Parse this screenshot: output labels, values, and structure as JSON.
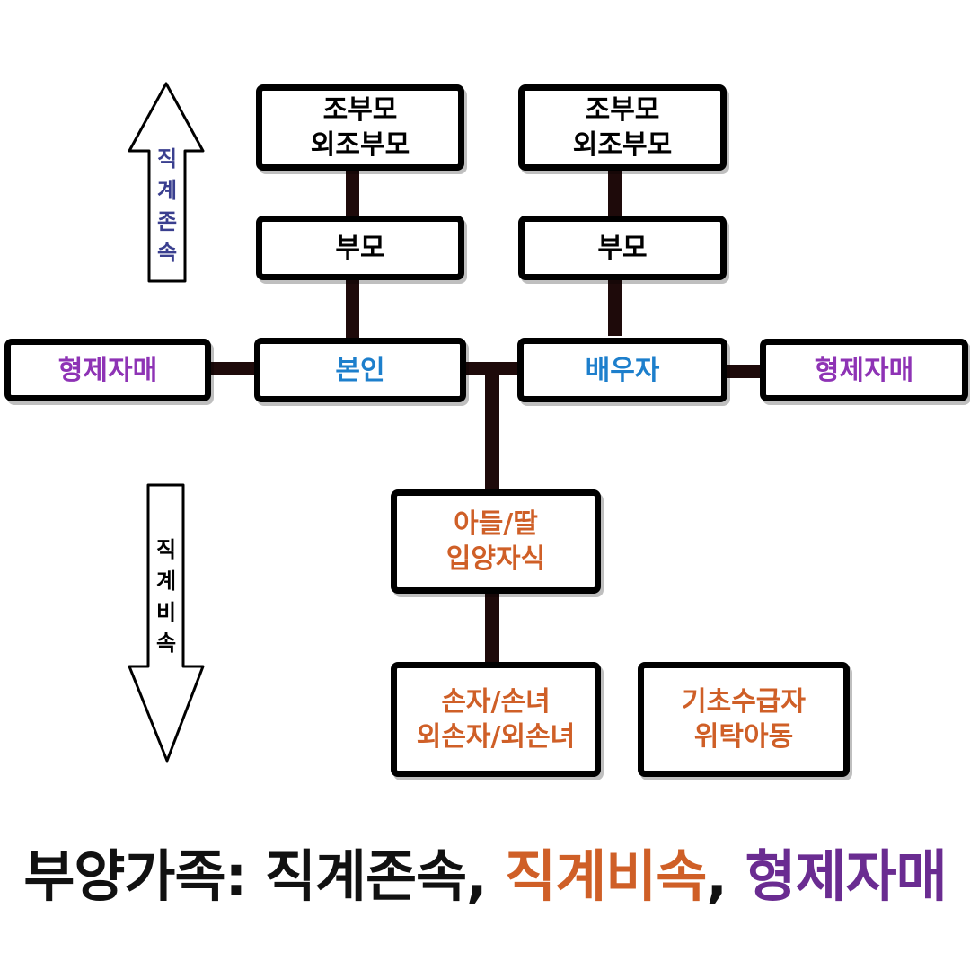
{
  "ancestors_arrow": {
    "chars": [
      "직",
      "계",
      "존",
      "속"
    ],
    "color": "#3a3f8f"
  },
  "descendants_arrow": {
    "chars": [
      "직",
      "계",
      "비",
      "속"
    ],
    "color": "#000000"
  },
  "boxes": {
    "grandparents_left": [
      "조부모",
      "외조부모"
    ],
    "grandparents_right": [
      "조부모",
      "외조부모"
    ],
    "parents_left": "부모",
    "parents_right": "부모",
    "siblings_left": "형제자매",
    "siblings_right": "형제자매",
    "self": "본인",
    "spouse": "배우자",
    "children": [
      "아들/딸",
      "입양자식"
    ],
    "grandchildren": [
      "손자/손녀",
      "외손자/외손녀"
    ],
    "welfare": [
      "기초수급자",
      "위탁아동"
    ]
  },
  "colors": {
    "siblings": "#8e33b5",
    "self_spouse": "#1d7fcc",
    "descendants": "#cf5f27",
    "connector": "#1e0a0a"
  },
  "caption": {
    "prefix": "부양가족: 직계존속, ",
    "middle": "직계비속",
    "sep": ", ",
    "suffix": "형제자매",
    "prefix_color": "#111111",
    "middle_color": "#cf5f27",
    "suffix_color": "#6a2c91"
  }
}
